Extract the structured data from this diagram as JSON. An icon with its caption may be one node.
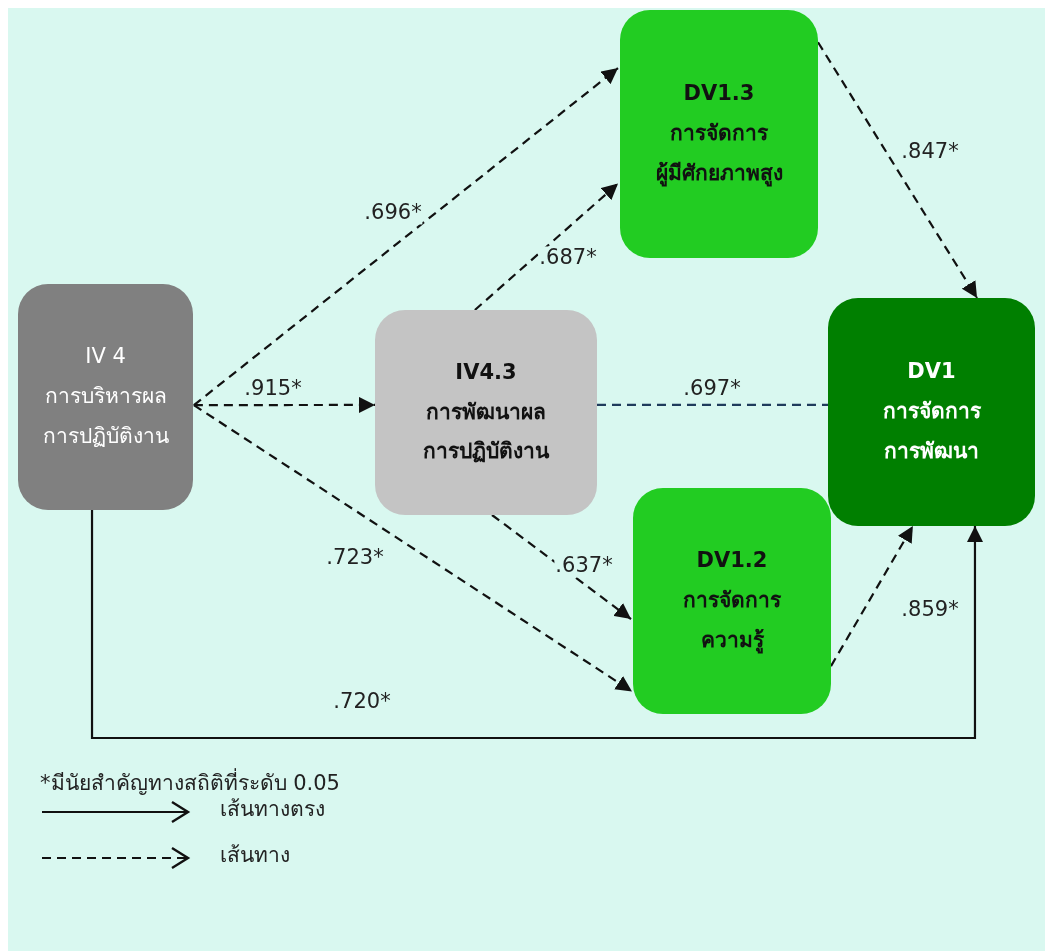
{
  "diagram": {
    "nodes": [
      {
        "text": [
          "IV 4",
          "การบริหารผล การปฏิบัติงาน"
        ]
      },
      {
        "text": [
          "IV4.3",
          "การพัฒนาผล การปฏิบัติงาน"
        ]
      },
      {
        "text": [
          "DV1.3",
          "การจัดการ ผู้มีศักยภาพสูง"
        ]
      },
      {
        "text": [
          "DV1",
          "การจัดการ การพัฒนา"
        ]
      },
      {
        "text": [
          "DV1.2",
          "การจัดการ ความรู้"
        ]
      }
    ],
    "edges": [
      {
        "from": 0,
        "to": 2,
        "arrow": "to",
        "label": ".696*",
        "style": "dashed"
      },
      {
        "from": 0,
        "to": 1,
        "arrow": "to",
        "label": ".915*",
        "style": "dashed"
      },
      {
        "from": 0,
        "to": 4,
        "arrow": "to",
        "label": ".723*",
        "style": "dashed"
      },
      {
        "from": 0,
        "to": 3,
        "arrow": "to",
        "label": ".720*"
      },
      {
        "from": 1,
        "to": 2,
        "arrow": "to",
        "label": ".687*",
        "style": "dashed"
      },
      {
        "from": 1,
        "to": 3,
        "arrow": "none",
        "label": ".697*",
        "style": "dashed",
        "color": "#1f3b5c"
      },
      {
        "from": 1,
        "to": 4,
        "arrow": "to",
        "label": ".637*",
        "style": "dashed"
      },
      {
        "from": 2,
        "to": 3,
        "arrow": "to",
        "label": ".847*",
        "style": "dashed"
      },
      {
        "from": 4,
        "to": 3,
        "arrow": "to",
        "label": ".859*",
        "style": "dashed"
      }
    ],
    "labels": [
      "*มีนัยสำคัญทางสถิติที่ระดับ 0.05"
    ],
    "legend": [
      {
        "text": "เส้นทางตรง"
      },
      {
        "text": "เส้นทาง"
      }
    ]
  }
}
